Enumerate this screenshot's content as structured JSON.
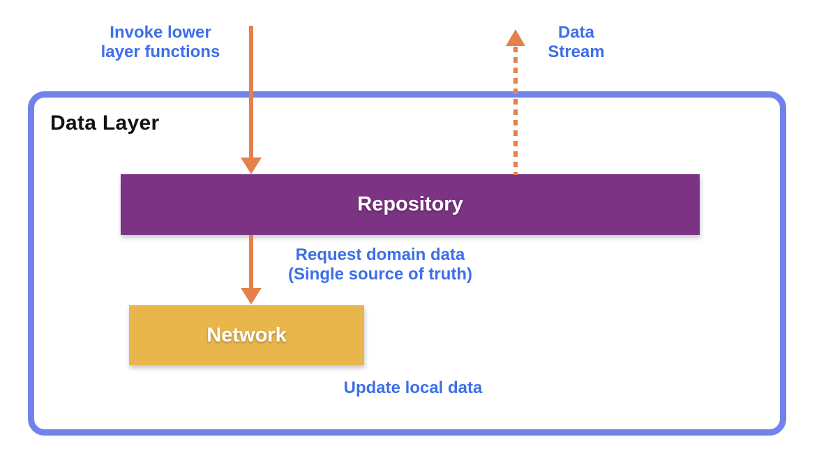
{
  "colors": {
    "background": "#FFFFFF",
    "container_border": "#7183EB",
    "annotation_text": "#3D6FE8",
    "arrow": "#E5814B",
    "repository_fill": "#7C3383",
    "network_fill": "#E9B64C",
    "node_text": "#FFFFFF",
    "title_text": "#111111"
  },
  "diagram": {
    "title": "Data Layer",
    "nodes": {
      "repository": {
        "label": "Repository"
      },
      "network": {
        "label": "Network"
      }
    },
    "annotations": {
      "invoke": {
        "line1": "Invoke lower",
        "line2": "layer functions"
      },
      "stream": {
        "line1": "Data",
        "line2": "Stream"
      },
      "request": {
        "line1": "Request domain data",
        "line2": "(Single source of truth)"
      },
      "update": {
        "label": "Update local data"
      }
    },
    "arrows": [
      {
        "id": "invoke-arrow",
        "style": "solid",
        "direction": "down",
        "from": "outside-top",
        "to": "repository"
      },
      {
        "id": "request-arrow",
        "style": "solid",
        "direction": "down",
        "from": "repository",
        "to": "network"
      },
      {
        "id": "data-stream-arrow",
        "style": "dashed",
        "direction": "up",
        "from": "repository",
        "to": "outside-top"
      }
    ]
  }
}
